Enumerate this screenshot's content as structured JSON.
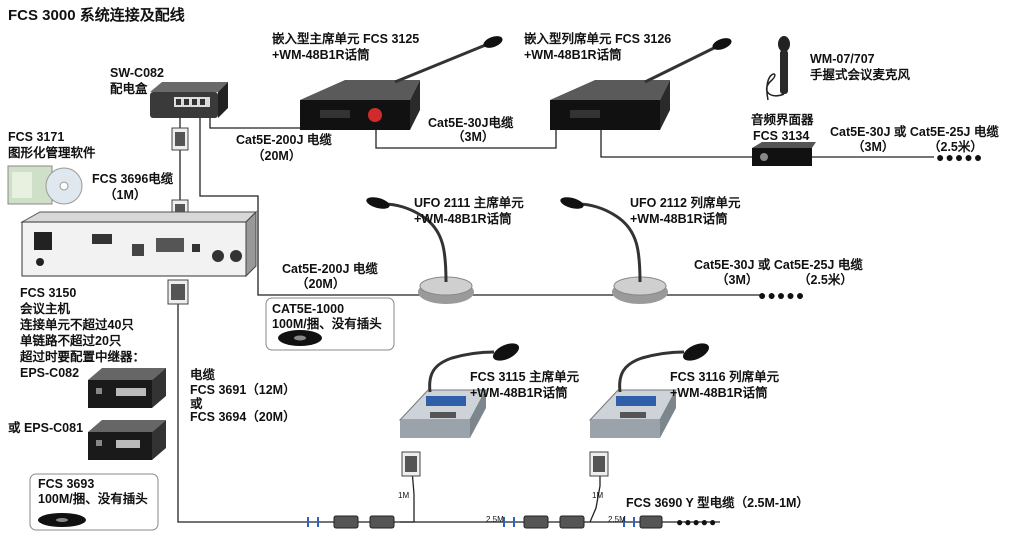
{
  "title": "FCS 3000 系统连接及配线",
  "sw_c082": {
    "model": "SW-C082",
    "desc": "配电盒"
  },
  "fcs3125": {
    "line1": "嵌入型主席单元 FCS 3125",
    "line2": "+WM-48B1R话筒"
  },
  "fcs3126": {
    "line1": "嵌入型列席单元 FCS 3126",
    "line2": "+WM-48B1R话筒"
  },
  "wm07": {
    "model": "WM-07/707",
    "desc": "手握式会议麦克风"
  },
  "fcs3134": {
    "desc": "音频界面器",
    "model": "FCS 3134"
  },
  "fcs3171": {
    "model": "FCS 3171",
    "desc": "图形化管理软件"
  },
  "fcs3696": {
    "line1": "FCS 3696电缆",
    "line2": "（1M）"
  },
  "cable_200j_top": {
    "line1": "Cat5E-200J 电缆",
    "line2": "（20M）"
  },
  "cable_30j_mid": {
    "line1": "Cat5E-30J电缆",
    "line2": "（3M）"
  },
  "cable_right_top": {
    "line1": "Cat5E-30J 或 Cat5E-25J 电缆",
    "line2a": "（3M）",
    "line2b": "（2.5米）"
  },
  "ufo2111": {
    "line1": "UFO 2111 主席单元",
    "line2": "+WM-48B1R话筒"
  },
  "ufo2112": {
    "line1": "UFO 2112 列席单元",
    "line2": "+WM-48B1R话筒"
  },
  "cable_200j_mid": {
    "line1": "Cat5E-200J 电缆",
    "line2": "（20M）"
  },
  "cable_right_mid": {
    "line1": "Cat5E-30J 或 Cat5E-25J 电缆",
    "line2a": "（3M）",
    "line2b": "（2.5米）"
  },
  "cat5e1000": {
    "model": "CAT5E-1000",
    "desc": "100M/捆、没有插头"
  },
  "fcs3150": {
    "model": "FCS 3150",
    "desc": "会议主机",
    "notes": [
      "连接单元不超过40只",
      "单链路不超过20只",
      "超过时要配置中继器："
    ],
    "eps1": "EPS-C082",
    "eps2": "或 EPS-C081"
  },
  "cable_3691": {
    "line1": "电缆",
    "line2": "FCS 3691（12M）",
    "line3": "或",
    "line4": "FCS 3694（20M）"
  },
  "fcs3115": {
    "line1": "FCS 3115 主席单元",
    "line2": "+WM-48B1R话筒"
  },
  "fcs3116": {
    "line1": "FCS 3116 列席单元",
    "line2": "+WM-48B1R话筒"
  },
  "fcs3693": {
    "model": "FCS 3693",
    "desc": "100M/捆、没有插头"
  },
  "fcs3690": {
    "text": "FCS 3690  Y 型电缆（2.5M-1M）"
  },
  "cable_marks": {
    "m1": "1M",
    "m25": "2.5M"
  },
  "dots": "●●●●●"
}
